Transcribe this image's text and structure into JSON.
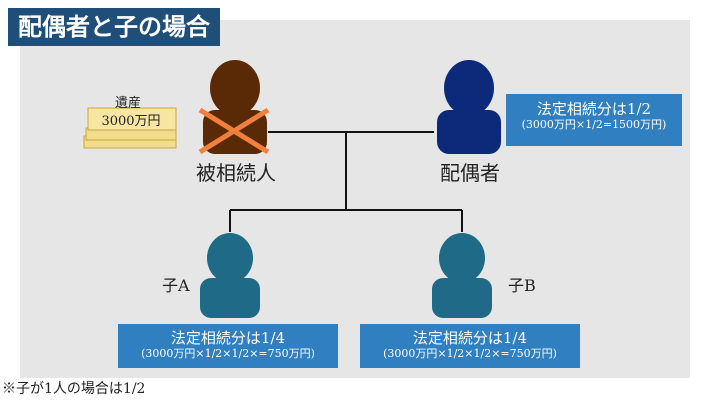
{
  "title": "配偶者と子の場合",
  "estate": {
    "label": "遺産",
    "value": "3000万円"
  },
  "deceased": {
    "label": "被相続人"
  },
  "spouse": {
    "label": "配偶者",
    "share_title": "法定相続分は1/2",
    "share_formula": "(3000万円×1/2=1500万円)"
  },
  "child_a": {
    "label": "子A",
    "share_title": "法定相続分は1/4",
    "share_formula": "(3000万円×1/2×1/2×=750万円)"
  },
  "child_b": {
    "label": "子B",
    "share_title": "法定相続分は1/4",
    "share_formula": "(3000万円×1/2×1/2×=750万円)"
  },
  "note": "※子が1人の場合は1/2",
  "colors": {
    "title_bg": "#1f4e79",
    "share_box": "#2f7fc1",
    "deceased": "#5a2a06",
    "spouse": "#0d2a7a",
    "child": "#1f6a86",
    "cross": "#f0803c",
    "estate": "#f7e6a1"
  }
}
